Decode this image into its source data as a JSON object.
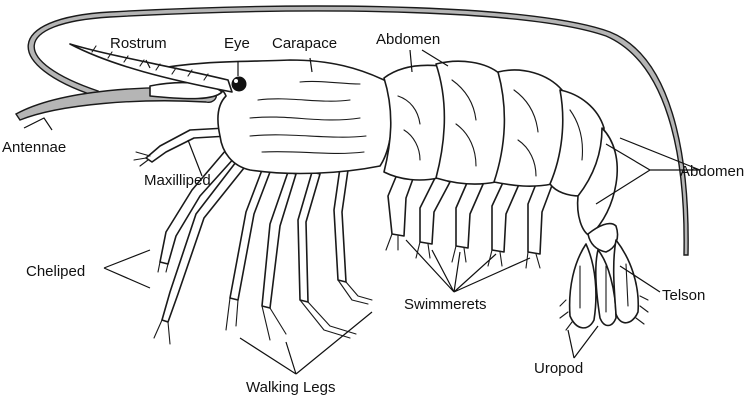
{
  "labels": {
    "rostrum": "Rostrum",
    "eye": "Eye",
    "carapace": "Carapace",
    "abdomen_top": "Abdomen",
    "antennae": "Antennae",
    "maxilliped": "Maxilliped",
    "abdomen_right": "Abdomen",
    "cheliped": "Cheliped",
    "swimmerets": "Swimmerets",
    "telson": "Telson",
    "uropod": "Uropod",
    "walking_legs": "Walking Legs"
  },
  "colors": {
    "line": "#1a1a1a",
    "antenna_fill": "#b5b5b5",
    "background": "#ffffff"
  }
}
